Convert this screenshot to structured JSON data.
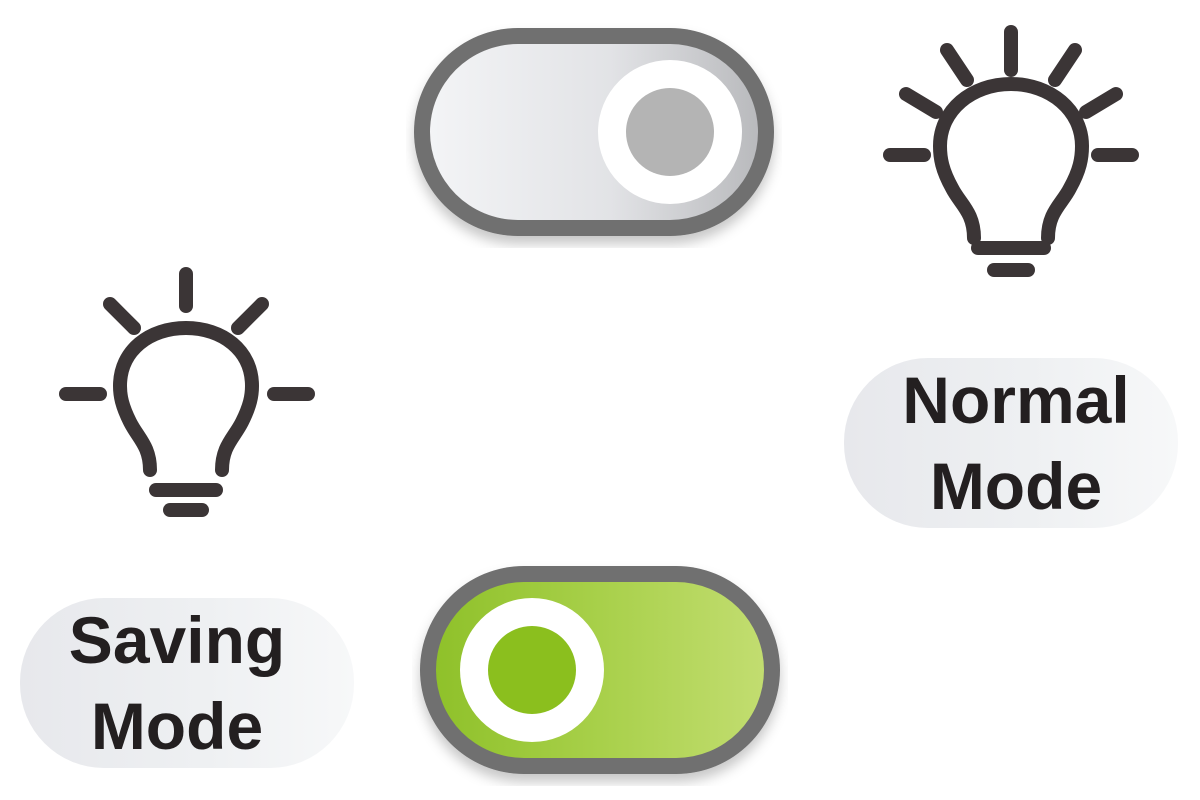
{
  "normal_mode": {
    "label_line1": "Normal",
    "label_line2": "Mode",
    "toggle_state": "off",
    "icon": "lightbulb-icon"
  },
  "saving_mode": {
    "label_line1": "Saving",
    "label_line2": "Mode",
    "toggle_state": "on",
    "icon": "lightbulb-icon"
  },
  "colors": {
    "toggle_border": "#6f6f6f",
    "toggle_off_track": "#e3e4e6",
    "toggle_off_knob": "#b4b4b4",
    "toggle_on_track": "#a6ce3a",
    "toggle_on_knob": "#8bbf1e",
    "icon_stroke": "#3b3536",
    "label_text": "#231f20",
    "label_background": "#eceef0"
  }
}
